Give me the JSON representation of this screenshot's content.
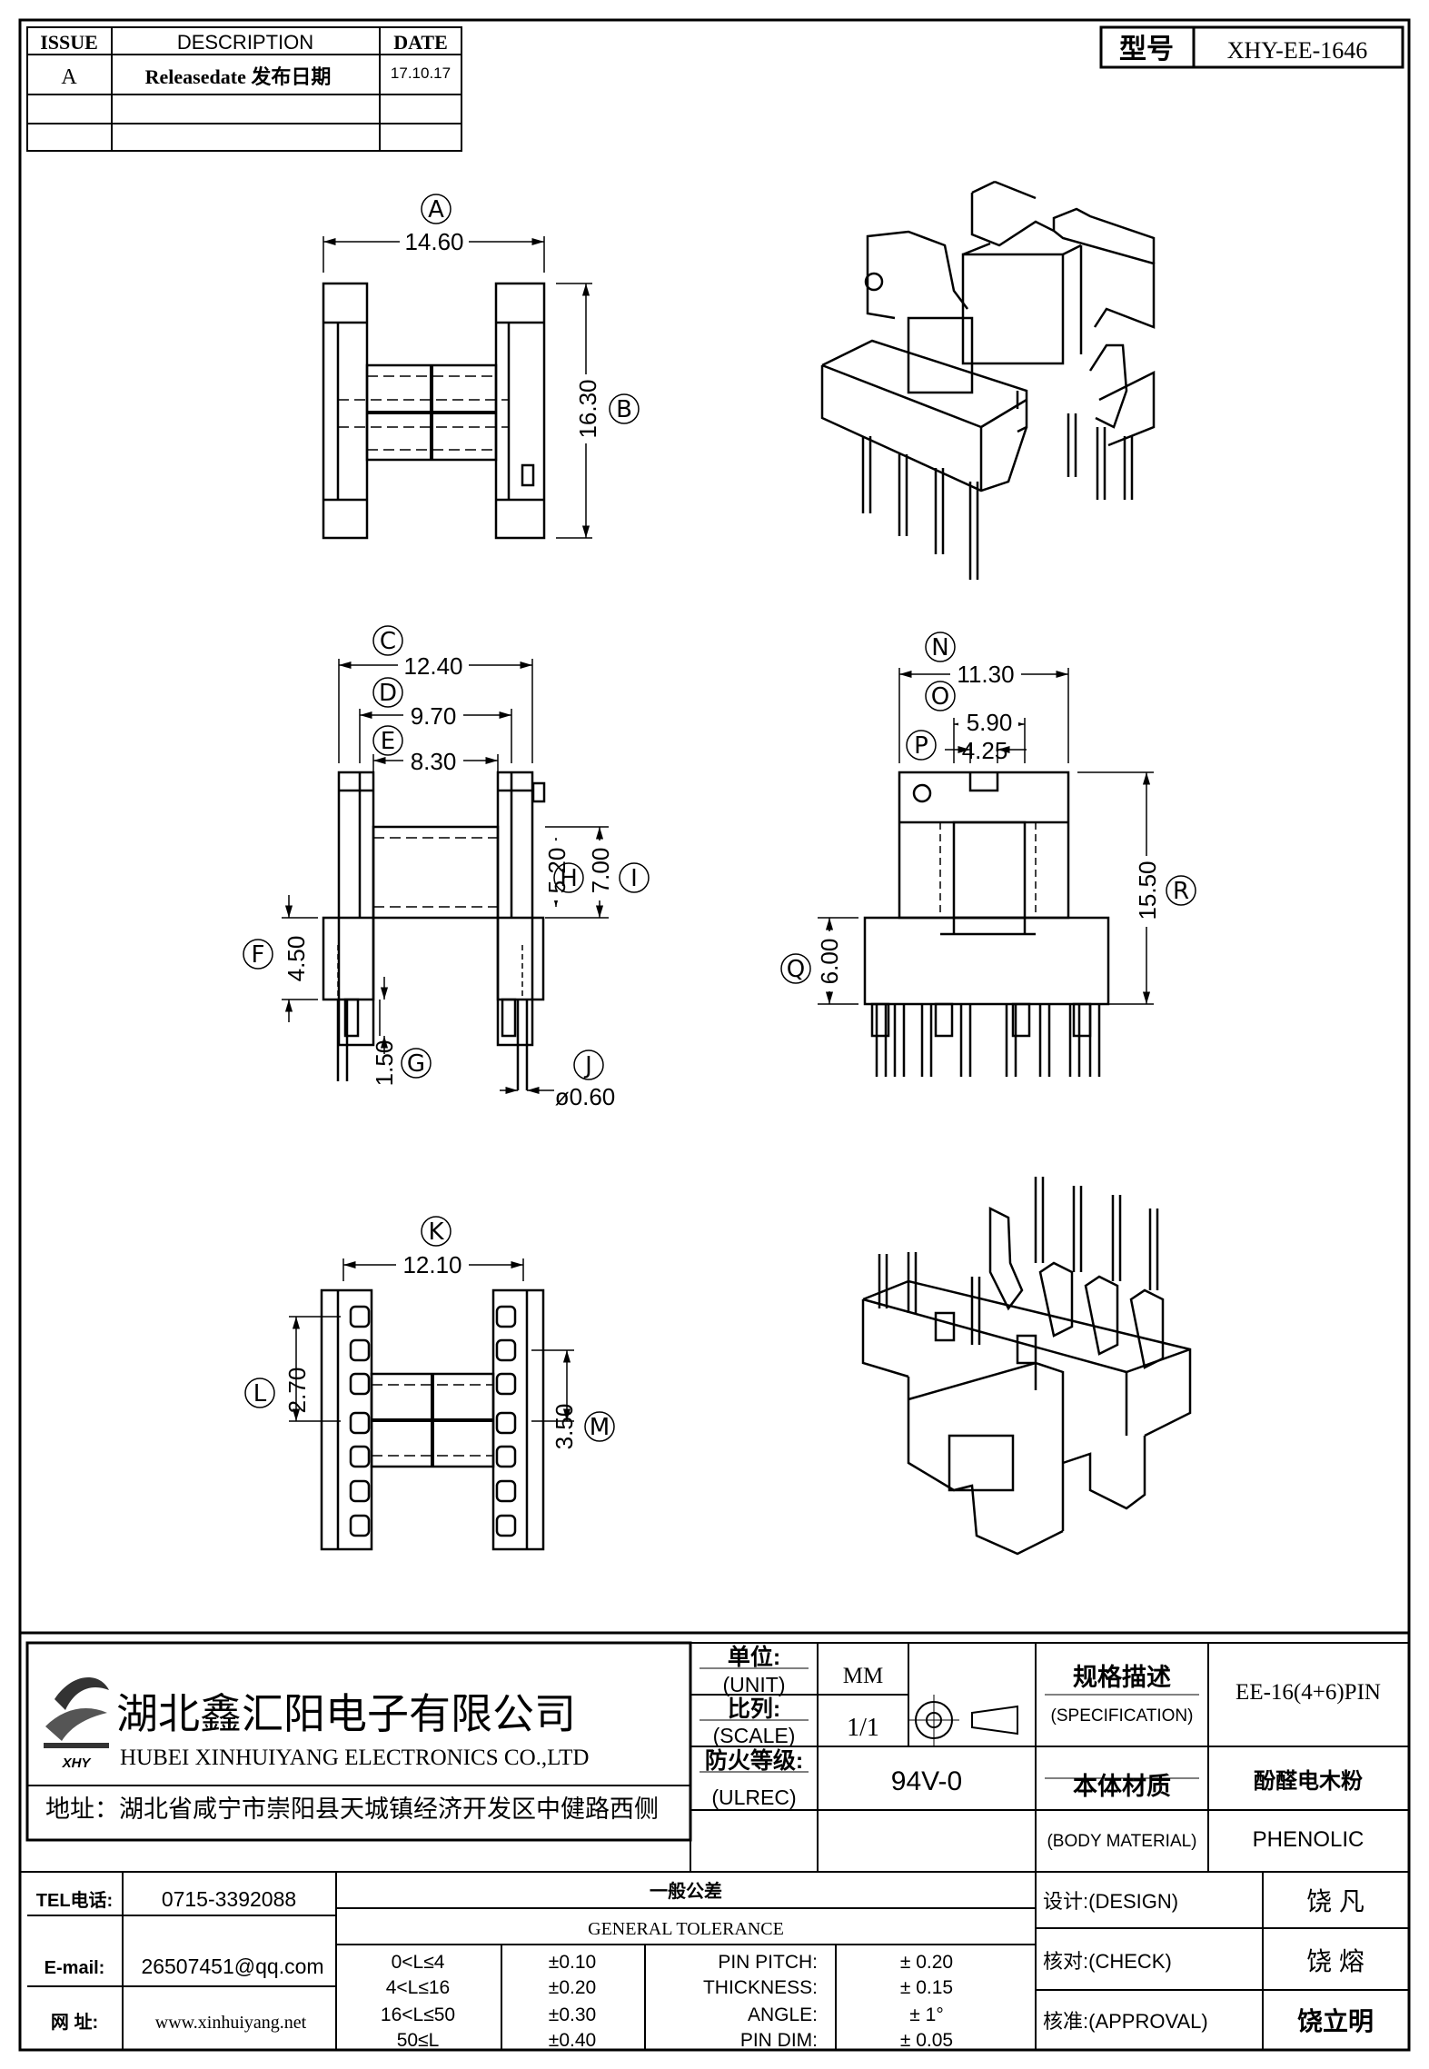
{
  "revision_table": {
    "headers": [
      "ISSUE",
      "DESCRIPTION",
      "DATE"
    ],
    "rows": [
      {
        "issue": "A",
        "description": "Releasedate 发布日期",
        "date": "17.10.17"
      }
    ]
  },
  "model_box": {
    "label": "型号",
    "value": "XHY-EE-1646"
  },
  "dimensions": {
    "A": "14.60",
    "B": "16.30",
    "C": "12.40",
    "D": "9.70",
    "E": "8.30",
    "F": "4.50",
    "G": "1.50",
    "H": "5.20",
    "I": "7.00",
    "J": "ø0.60",
    "K": "12.10",
    "L": "2.70",
    "M": "3.50",
    "N": "11.30",
    "O": "5.90",
    "P": "4.25",
    "Q": "6.00",
    "R": "15.50"
  },
  "company": {
    "name_cn": "湖北鑫汇阳电子有限公司",
    "name_en": "HUBEI XINHUIYANG ELECTRONICS CO.,LTD",
    "address": "地址：湖北省咸宁市崇阳县天城镇经济开发区中健路西侧",
    "logo_text": "XHY"
  },
  "title_block": {
    "unit_label_cn": "单位:",
    "unit_label_en": "(UNIT)",
    "unit_value": "MM",
    "scale_label_cn": "比列:",
    "scale_label_en": "(SCALE)",
    "scale_value": "1/1",
    "ul_label_cn": "防火等级:",
    "ul_label_en": "(ULREC)",
    "ul_value": "94V-0",
    "spec_label_cn": "规格描述",
    "spec_label_en": "(SPECIFICATION)",
    "spec_value": "EE-16(4+6)PIN",
    "material_label_cn": "本体材质",
    "material_label_en": "(BODY MATERIAL)",
    "material_value_cn": "酚醛电木粉",
    "material_value_en": "PHENOLIC"
  },
  "contact": {
    "tel_label": "TEL电话:",
    "tel": "0715-3392088",
    "email_label": "E-mail:",
    "email": "26507451@qq.com",
    "web_label": "网  址:",
    "web": "www.xinhuiyang.net"
  },
  "tolerance": {
    "title_cn": "一般公差",
    "title_en": "GENERAL TOLERANCE",
    "ranges": [
      {
        "range": "0<L≤4",
        "tol": "±0.10"
      },
      {
        "range": "4<L≤16",
        "tol": "±0.20"
      },
      {
        "range": "16<L≤50",
        "tol": "±0.30"
      },
      {
        "range": "50≤L",
        "tol": "±0.40"
      }
    ],
    "specs": [
      {
        "name": "PIN PITCH:",
        "tol": "± 0.20"
      },
      {
        "name": "THICKNESS:",
        "tol": "± 0.15"
      },
      {
        "name": "ANGLE:",
        "tol": "± 1°"
      },
      {
        "name": "PIN DIM:",
        "tol": "± 0.05"
      }
    ]
  },
  "approval": {
    "design_label": "设计:(DESIGN)",
    "design_name": "饶  凡",
    "check_label": "核对:(CHECK)",
    "check_name": "饶  熔",
    "approval_label": "核准:(APPROVAL)",
    "approval_name": "饶立明"
  }
}
